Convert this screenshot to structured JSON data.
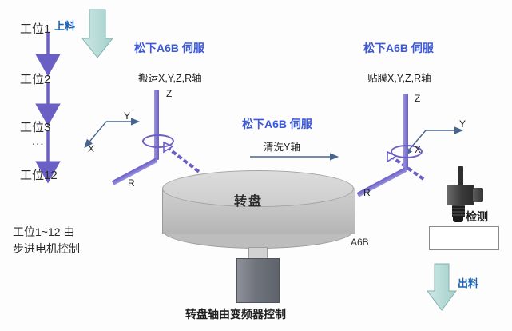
{
  "diagram": {
    "title_note_lines": [
      "工位1~12 由",
      "步进电机控制"
    ],
    "stations": [
      {
        "label": "工位1"
      },
      {
        "label": "工位2"
      },
      {
        "label": "工位3"
      },
      {
        "label": "..."
      },
      {
        "label": "工位12"
      }
    ],
    "flow_tags": {
      "infeed": "上料",
      "outfeed": "出料"
    },
    "servos": {
      "transfer": {
        "title": "松下A6B 伺服",
        "subtitle": "搬运X,Y,Z,R轴"
      },
      "cleaning": {
        "title": "松下A6B 伺服",
        "subtitle": "清洗Y轴"
      },
      "film": {
        "title": "松下A6B 伺服",
        "subtitle": "贴膜X,Y,Z,R轴"
      }
    },
    "axes": {
      "left": {
        "x": "X",
        "y": "Y",
        "z": "Z",
        "r": "R"
      },
      "right": {
        "x": "X",
        "y": "Y",
        "z": "Z",
        "r": "R"
      }
    },
    "turntable": {
      "label": "转盘",
      "caption": "转盘轴由变频器控制",
      "model_code": "A6B"
    },
    "detection": {
      "label": "检测"
    },
    "colors": {
      "servo_blue": "#3a58d8",
      "flow_blue": "#1a62b5",
      "arm_purple": "#6a5fc4",
      "teal_arrow": "#b8dcd8",
      "axis_line": "#46668f"
    }
  }
}
